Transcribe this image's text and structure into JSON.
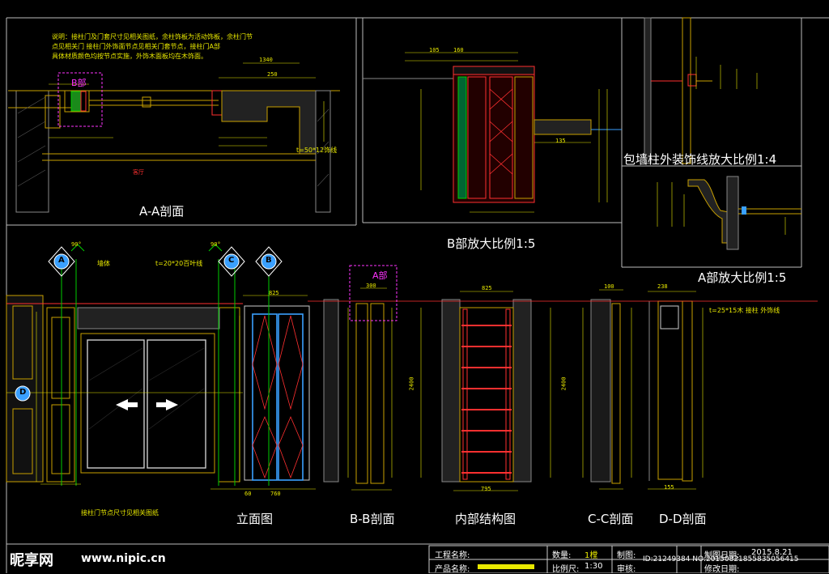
{
  "views": {
    "section_aa": "A-A剖面",
    "detail_b": "B部放大比例1:5",
    "column_trim": "包墙柱外装饰线放大比例1:4",
    "detail_a": "A部放大比例1:5",
    "elevation": "立面图",
    "section_bb": "B-B剖面",
    "inner_structure": "内部结构图",
    "section_cc": "C-C剖面",
    "section_dd": "D-D剖面"
  },
  "tags": {
    "b_part": "B部",
    "a_part": "A部"
  },
  "callouts": {
    "section_a": "A",
    "section_b": "B",
    "section_c": "C",
    "section_d": "D",
    "angle_1": "90°",
    "angle_2": "90°"
  },
  "notes": {
    "top_note_1": "说明：接柱门及门套尺寸见相关图纸，余柱饰板为活动饰板，余柱门节",
    "top_note_2": "点见相关门  接柱门外饰面节点见相关门套节点，接柱门A部",
    "top_note_3": "具体材质颜色均按节点实施，外饰木面板均在木饰面。",
    "bottom_note": "接柱门节点尺寸见相关图纸",
    "trim_note_1": "t=20*20百叶线",
    "trim_note_2": "t=25*15木 接柱 外饰线",
    "trim_note_3": "t=50*12饰线",
    "label_wall": "墙体",
    "label_room": "客厅"
  },
  "dimensions": {
    "d1340": "1340",
    "d825": "825",
    "d300": "300",
    "d238": "238",
    "d100": "100",
    "d155": "155",
    "d795": "795",
    "d760": "760",
    "d2400": "2400",
    "d2400b": "2400",
    "d60": "60",
    "d250": "250",
    "d135": "135",
    "d105": "105",
    "d160": "160"
  },
  "title_block": {
    "project_name_label": "工程名称:",
    "product_name_label": "产品名称:",
    "quantity_label": "数量:",
    "quantity_value": "1樘",
    "scale_label": "比例尺:",
    "scale_value": "1:30",
    "drawing_no_label": "制图:",
    "reviewer_label": "审核:",
    "drawing_date_label": "制图日期:",
    "drawing_date_value": "2015.8.21",
    "revision_date_label": "修改日期:"
  },
  "watermark": {
    "brand": "昵享网",
    "url": "www.nipic.cn",
    "image_id": "ID:21249384 NO:20150821855835056415"
  },
  "colors": {
    "background": "#000000",
    "wood_outline": "#c8a000",
    "dimension": "#e8e800",
    "centerline": "#00cc00",
    "glass": "#3aa0ff",
    "highlight": "#ff3030",
    "callout_border": "#ff33ff",
    "frame": "#ffffff"
  }
}
